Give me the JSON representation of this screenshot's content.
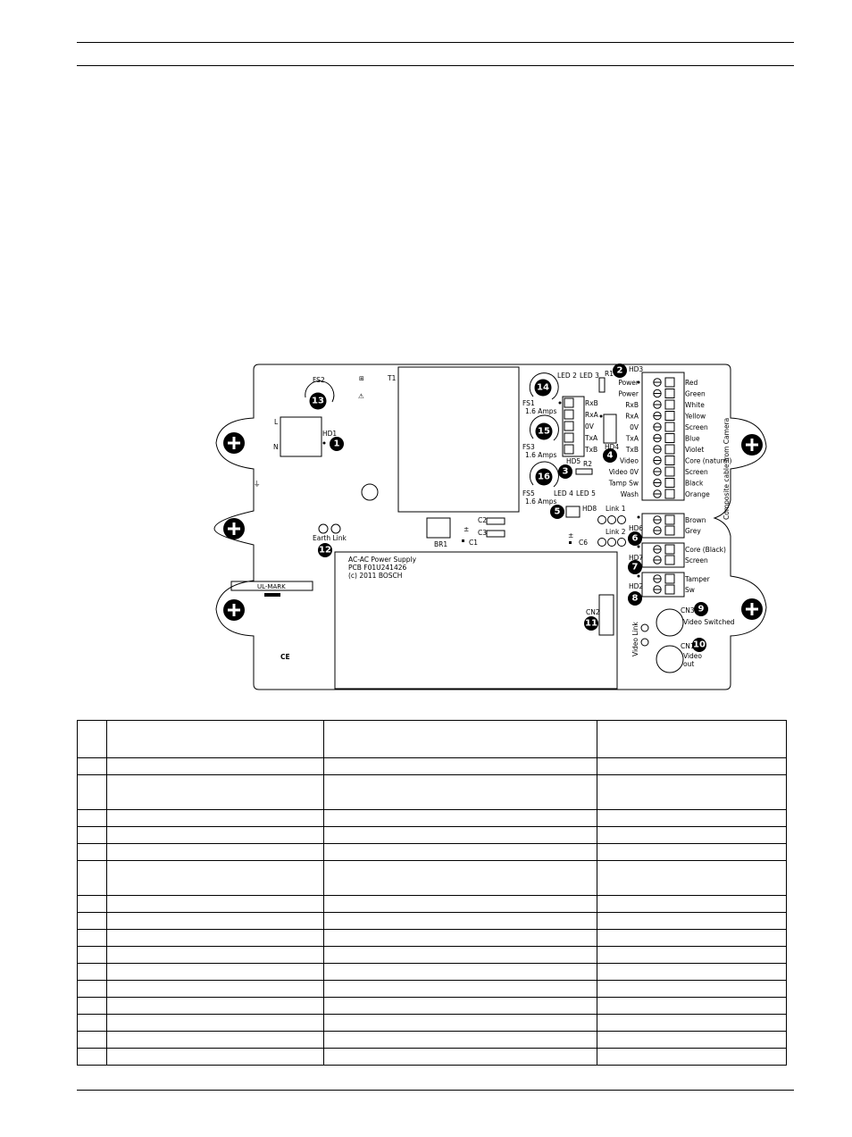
{
  "diagram": {
    "labels": {
      "fs2": "FS2",
      "t1": "T1",
      "l": "L",
      "n": "N",
      "hd1": "HD1",
      "earth_link": "Earth Link",
      "ul_mark": "UL-MARK",
      "ce": "CE",
      "br1": "BR1",
      "c1": "C1",
      "c2": "C2",
      "c3": "C3",
      "c6": "C6",
      "led2": "LED 2",
      "led3": "LED 3",
      "led4": "LED 4",
      "led5": "LED 5",
      "r1": "R1",
      "r2": "R2",
      "hd3": "HD3",
      "hd4": "HD4",
      "hd5": "HD5",
      "hd6": "HD6",
      "hd7": "HD7",
      "hd2": "HD2",
      "hd8": "HD8",
      "fs1": "FS1",
      "fs1_amps": "1.6 Amps",
      "fs3": "FS3",
      "fs3_amps": "1.6 Amps",
      "fs5": "FS5",
      "fs5_amps": "1.6 Amps",
      "link1": "Link 1",
      "link2": "Link 2",
      "cn1": "CN1",
      "cn2": "CN2",
      "cn3": "CN3",
      "video_link": "Video Link",
      "video_switched": "Video Switched",
      "video_out_1": "Video",
      "video_out_2": "out",
      "composite_cable": "Composite cable from Camera"
    },
    "pcb_text": [
      "AC-AC Power Supply",
      "PCB F01U241426",
      "(c) 2011 BOSCH"
    ],
    "hd5_pins": [
      "RxB",
      "RxA",
      "0V",
      "TxA",
      "TxB"
    ],
    "hd3_left": [
      "Power",
      "Power",
      "RxB",
      "RxA",
      "0V",
      "TxA",
      "TxB",
      "Video",
      "Video 0V",
      "Tamp Sw",
      "Wash"
    ],
    "hd3_right": [
      "Red",
      "Green",
      "White",
      "Yellow",
      "Screen",
      "Blue",
      "Violet",
      "Core (natural)",
      "Screen",
      "Black",
      "Orange"
    ],
    "hd6_right": [
      "Brown",
      "Grey"
    ],
    "hd7_right": [
      "Core (Black)",
      "Screen"
    ],
    "hd2_right": [
      "Tamper",
      "Sw"
    ],
    "callouts": [
      "1",
      "2",
      "3",
      "4",
      "5",
      "6",
      "7",
      "8",
      "9",
      "10",
      "11",
      "12",
      "13",
      "14",
      "15",
      "16"
    ]
  },
  "table": {
    "rows": [
      [
        "",
        "",
        "",
        ""
      ],
      [
        "",
        "",
        "",
        ""
      ],
      [
        "",
        "",
        "",
        ""
      ],
      [
        "",
        "",
        "",
        ""
      ],
      [
        "",
        "",
        "",
        ""
      ],
      [
        "",
        "",
        "",
        ""
      ],
      [
        "",
        "",
        "",
        ""
      ],
      [
        "",
        "",
        "",
        ""
      ],
      [
        "",
        "",
        "",
        ""
      ],
      [
        "",
        "",
        "",
        ""
      ],
      [
        "",
        "",
        "",
        ""
      ],
      [
        "",
        "",
        "",
        ""
      ],
      [
        "",
        "",
        "",
        ""
      ],
      [
        "",
        "",
        "",
        ""
      ],
      [
        "",
        "",
        "",
        ""
      ],
      [
        "",
        "",
        "",
        ""
      ],
      [
        "",
        "",
        "",
        ""
      ]
    ]
  }
}
